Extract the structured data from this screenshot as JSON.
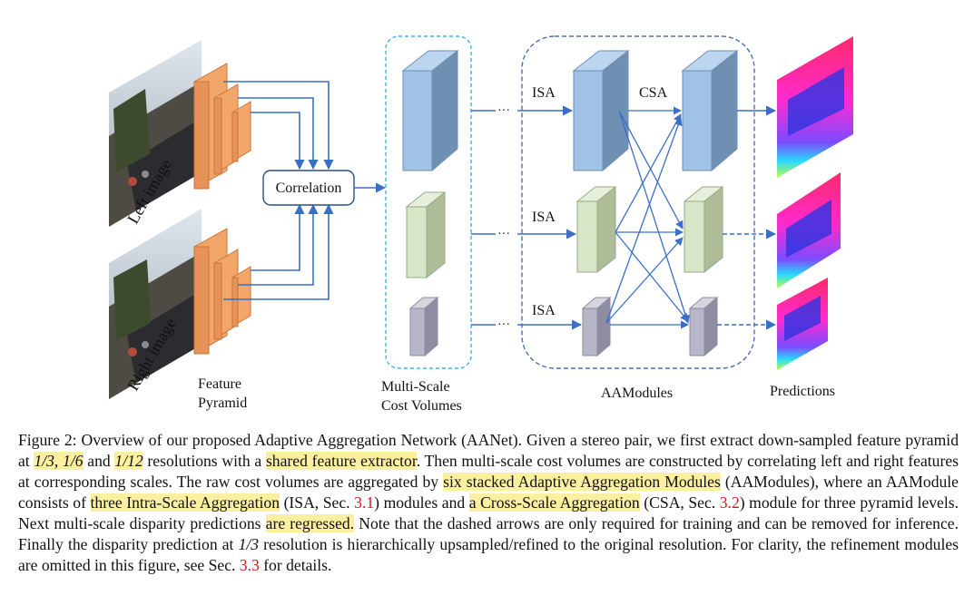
{
  "figure": {
    "left_image_label": "Left image",
    "right_image_label": "Right image",
    "feature_pyramid_label": [
      "Feature",
      "Pyramid"
    ],
    "correlation_label": "Correlation",
    "cost_volumes_label": [
      "Multi-Scale",
      "Cost Volumes"
    ],
    "aamodules_label": "AAModules",
    "predictions_label": "Predictions",
    "isa_label": "ISA",
    "csa_label": "CSA",
    "ellipsis": "···",
    "colors": {
      "feature": "#f2a66a",
      "feature_edge": "#c8773d",
      "blue": "#9fc2e6",
      "green": "#d8e6c8",
      "gray": "#b7b5c8",
      "arrow": "#3a6fc4",
      "dashed_box": "#3cb4e6",
      "aa_box": "#4a6fb5"
    }
  },
  "caption": {
    "p1": "Figure 2: Overview of our proposed Adaptive Aggregation Network (AANet). Given a stereo pair, we first extract down-sampled feature pyramid at ",
    "m1": "1/3, 1/6",
    "p2": " and ",
    "m2": "1/12",
    "p3": " resolutions with a ",
    "h1": "shared feature extractor",
    "p4": ". Then multi-scale cost volumes are constructed by correlating left and right features at corresponding scales. The raw cost volumes are aggregated by ",
    "h2": "six stacked Adaptive Aggregation Modules",
    "p5": " (AAModules), where an AAModule consists of ",
    "h3": "three Intra-Scale Aggregation",
    "p6": " (ISA, Sec. ",
    "r1": "3.1",
    "p7": ") modules and ",
    "h4": "a Cross-Scale Aggregation",
    "p8": " (CSA, Sec. ",
    "r2": "3.2",
    "p9": ") module for three pyramid levels. Next multi-scale disparity predictions ",
    "h5": "are regressed.",
    "p10": " Note that the dashed arrows are only required for training and can be removed for inference. Finally the disparity prediction at ",
    "m3": "1/3",
    "p11": " resolution is hierarchically upsampled/refined to the original resolution. For clarity, the refinement modules are omitted in this figure, see Sec. ",
    "r3": "3.3",
    "p12": " for details."
  }
}
